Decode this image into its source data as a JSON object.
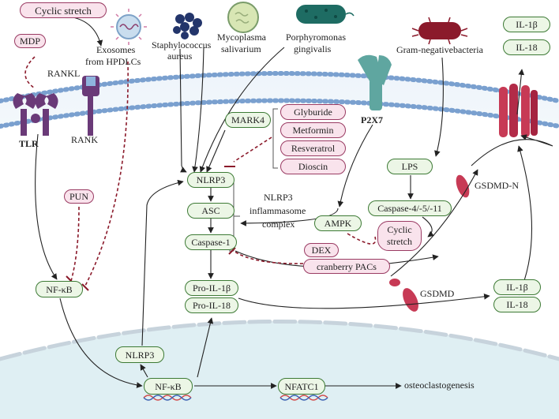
{
  "labels": {
    "cyclic_stretch_top": "Cyclic stretch",
    "exosomes": "Exosomes",
    "from_hpdlcs": "from  HPDLCs",
    "staph_1": "Staphylococcus",
    "staph_2": "aureus",
    "myco_1": "Mycoplasma",
    "myco_2": "salivarium",
    "porphy_1": "Porphyromonas",
    "porphy_2": "gingivalis",
    "gram_neg": "Gram-negativebacteria",
    "il1b_top": "IL-1β",
    "il18_top": "IL-18",
    "mdp": "MDP",
    "rankl": "RANKL",
    "rank": "RANK",
    "tlr": "TLR",
    "p2x7": "P2X7",
    "mark4": "MARK4",
    "glyburide": "Glyburide",
    "metformin": "Metformin",
    "resveratrol": "Resveratrol",
    "dioscin": "Dioscin",
    "nlrp3": "NLRP3",
    "asc": "ASC",
    "caspase1": "Caspase-1",
    "inflammasome_1": "NLRP3",
    "inflammasome_2": "inflammasome",
    "inflammasome_3": "complex",
    "lps": "LPS",
    "caspase4511": "Caspase-4/-5/-11",
    "gsdmd_n": "GSDMD-N",
    "ampk": "AMPK",
    "cyclic_stretch_1": "Cyclic",
    "cyclic_stretch_2": "stretch",
    "dex": "DEX",
    "cranberry": "cranberry PACs",
    "pun": "PUN",
    "nfkb_cyto": "NF-κB",
    "pro_il1b": "Pro-IL-1β",
    "pro_il18": "Pro-IL-18",
    "gsdmd": "GSDMD",
    "il1b_mid": "IL-1β",
    "il18_mid": "IL-18",
    "nlrp3_nuc": "NLRP3",
    "nfkb_nuc": "NF-κB",
    "nfatc1": "NFATC1",
    "osteoclastogenesis": "osteoclastogenesis"
  },
  "colors": {
    "green_fill": "#ecf6e6",
    "green_border": "#3d7a35",
    "pink_fill": "#f9e3ec",
    "pink_border": "#9a3b63",
    "membrane": "#7aa0cf",
    "nucleus": "#dfeff3",
    "inhibition": "#8b1a2b"
  }
}
